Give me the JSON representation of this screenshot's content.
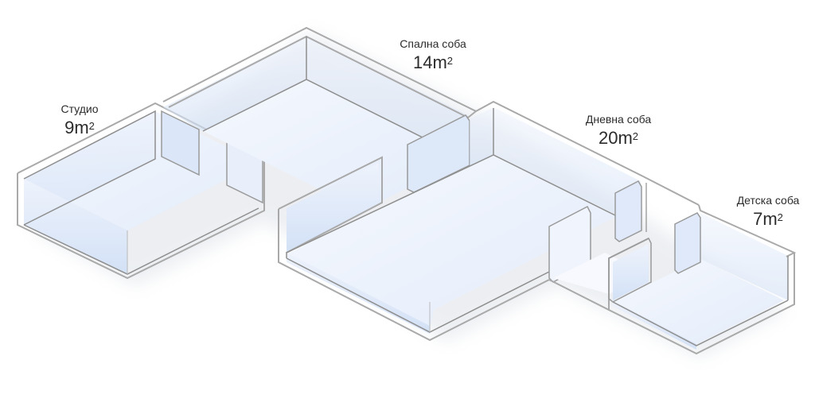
{
  "rooms": [
    {
      "name": "Студио",
      "area_value": "9",
      "area_unit": "m",
      "area_exp": "2"
    },
    {
      "name": "Спална соба",
      "area_value": "14",
      "area_unit": "m",
      "area_exp": "2"
    },
    {
      "name": "Дневна соба",
      "area_value": "20",
      "area_unit": "m",
      "area_exp": "2"
    },
    {
      "name": "Детска соба",
      "area_value": "7",
      "area_unit": "m",
      "area_exp": "2"
    }
  ],
  "colors": {
    "wall_stroke": "#a9a9a9",
    "glass_fill": "#e6eefb",
    "glass_shade": "#d6e4f8",
    "text": "#2b2b2b"
  }
}
